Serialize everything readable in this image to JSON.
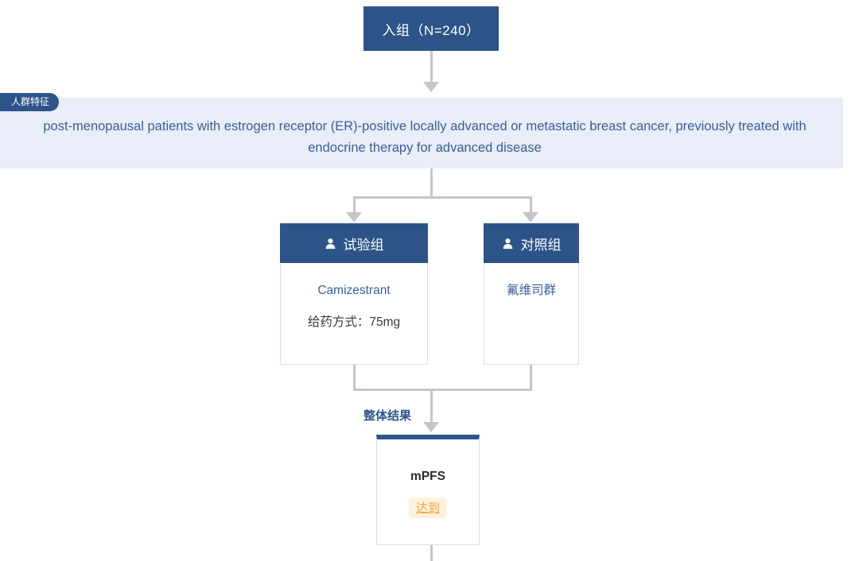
{
  "diagram": {
    "type": "clinical-trial-flowchart",
    "enrollment": {
      "label": "入组（N=240）"
    },
    "population": {
      "tag": "人群特征",
      "text": "post-menopausal patients with estrogen receptor (ER)-positive locally advanced or metastatic breast cancer, previously treated with endocrine therapy for advanced disease"
    },
    "arms": [
      {
        "id": "experimental",
        "icon": "person-icon",
        "header": "试验组",
        "drug": "Camizestrant",
        "dose": "给药方式：75mg"
      },
      {
        "id": "control",
        "icon": "person-icon",
        "header": "对照组",
        "drug": "氟维司群",
        "dose": ""
      }
    ],
    "outcome": {
      "section_label": "整体结果",
      "title": "mPFS",
      "status": "达到"
    },
    "colors": {
      "navy": "#2d5489",
      "band_bg": "#e8edf7",
      "band_text": "#3a6099",
      "connector": "#c2c7cc",
      "badge_bg": "#fdf3dd",
      "badge_text": "#f0a63a"
    }
  }
}
